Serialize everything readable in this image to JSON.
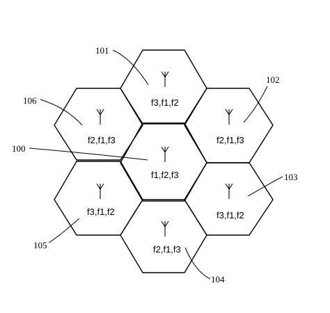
{
  "figure": {
    "cells": [
      {
        "id": "100",
        "label": "100",
        "frequencies": "f1,f2,f3"
      },
      {
        "id": "101",
        "label": "101",
        "frequencies": "f3,f1,f2"
      },
      {
        "id": "102",
        "label": "102",
        "frequencies": "f2,f1,f3"
      },
      {
        "id": "103",
        "label": "103",
        "frequencies": "f3,f1,f2"
      },
      {
        "id": "104",
        "label": "104",
        "frequencies": "f2,f1,f3"
      },
      {
        "id": "105",
        "label": "105",
        "frequencies": "f3,f1,f2"
      },
      {
        "id": "106",
        "label": "106",
        "frequencies": "f2,f1,f3"
      }
    ]
  }
}
